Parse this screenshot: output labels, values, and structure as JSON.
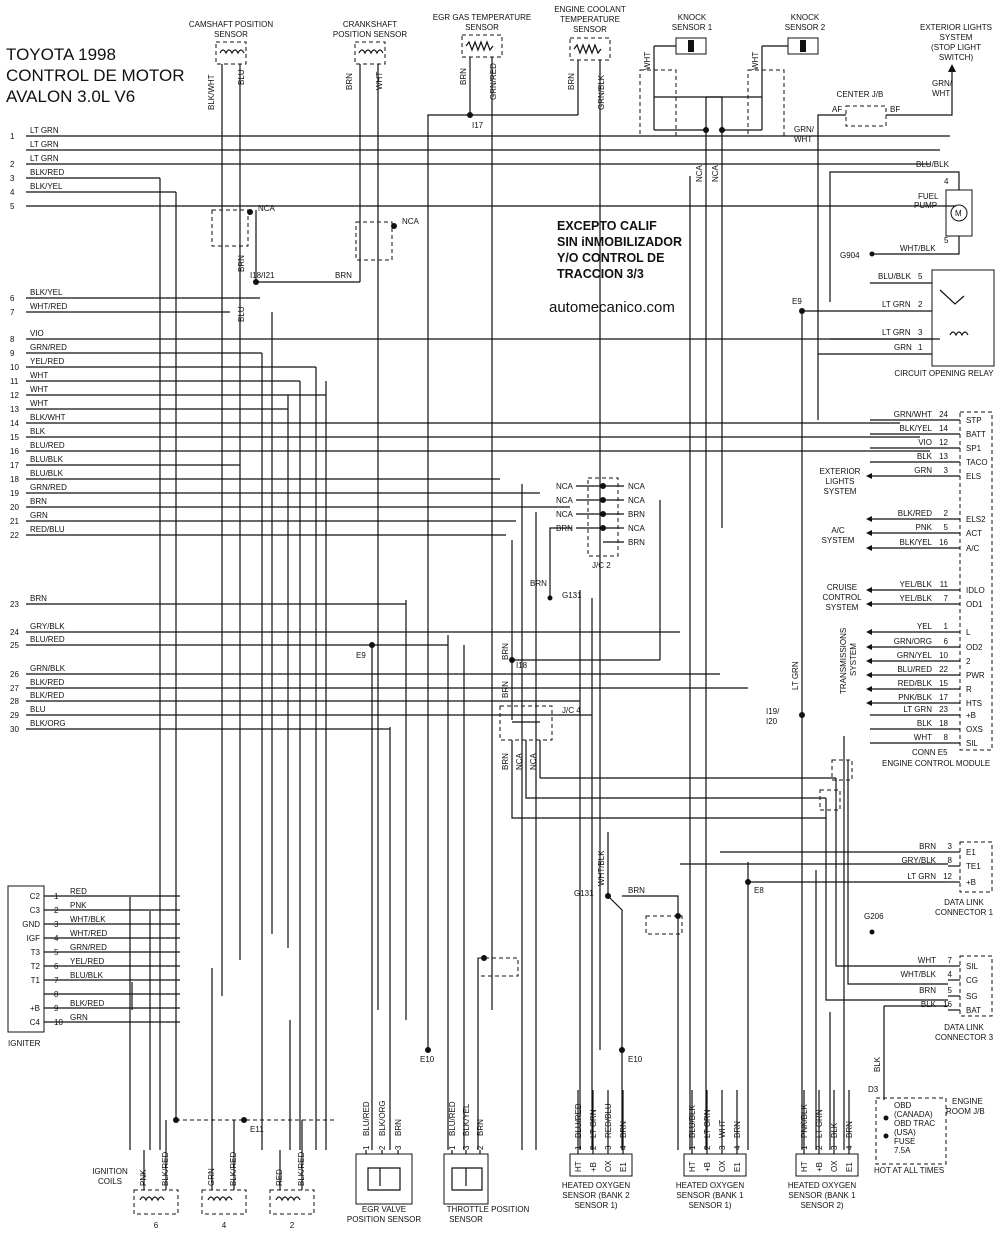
{
  "title": {
    "line1": "TOYOTA 1998",
    "line2": "CONTROL DE MOTOR",
    "line3": "AVALON 3.0L V6"
  },
  "note": {
    "line1": "EXCEPTO CALIF",
    "line2": "SIN iNMOBILIZADOR",
    "line3": "Y/O CONTROL DE",
    "line4": "TRACCION   3/3"
  },
  "website": "automecanico.com",
  "components": {
    "camshaft": [
      "CAMSHAFT POSITION",
      "SENSOR"
    ],
    "crankshaft": [
      "CRANKSHAFT",
      "POSITION SENSOR"
    ],
    "egr_temp": [
      "EGR GAS TEMPERATURE",
      "SENSOR"
    ],
    "coolant": [
      "ENGINE COOLANT",
      "TEMPERATURE",
      "SENSOR"
    ],
    "knock1": [
      "KNOCK",
      "SENSOR 1"
    ],
    "knock2": [
      "KNOCK",
      "SENSOR 2"
    ],
    "ext_lights_top": [
      "EXTERIOR LIGHTS",
      "SYSTEM",
      "(STOP LIGHT",
      "SWITCH)"
    ],
    "center_jb": "CENTER J/B",
    "fuel_pump": [
      "FUEL",
      "PUMP"
    ],
    "circuit_relay": "CIRCUIT OPENING RELAY",
    "ecm": [
      "CONN E5",
      "ENGINE CONTROL MODULE"
    ],
    "ext_lights_mid": [
      "EXTERIOR",
      "LIGHTS",
      "SYSTEM"
    ],
    "ac_system": [
      "A/C",
      "SYSTEM"
    ],
    "cruise": [
      "CRUISE",
      "CONTROL",
      "SYSTEM"
    ],
    "transmission": [
      "TRANSMISSIONS",
      "SYSTEM"
    ],
    "jc2": "J/C 2",
    "jc4": "J/C 4",
    "dlc1": [
      "DATA LINK",
      "CONNECTOR 1"
    ],
    "dlc3": [
      "DATA LINK",
      "CONNECTOR 3"
    ],
    "igniter": "IGNITER",
    "ignition_coils": [
      "IGNITION",
      "COILS"
    ],
    "egr_valve": [
      "EGR VALVE",
      "POSITION SENSOR"
    ],
    "throttle": [
      "THROTTLE POSITION",
      "SENSOR"
    ],
    "ho2_b2s1": [
      "HEATED OXYGEN",
      "SENSOR (BANK 2",
      "SENSOR 1)"
    ],
    "ho2_b1s1": [
      "HEATED OXYGEN",
      "SENSOR (BANK 1",
      "SENSOR 1)"
    ],
    "ho2_b1s2": [
      "HEATED OXYGEN",
      "SENSOR (BANK 1",
      "SENSOR 2)"
    ],
    "engine_room_jb": [
      "ENGINE",
      "ROOM J/B"
    ],
    "fuse": [
      "OBD",
      "(CANADA)",
      "OBD TRAC",
      "(USA)",
      "FUSE",
      "7.5A"
    ],
    "hot_at_all_times": "HOT AT ALL TIMES"
  },
  "left_rows": [
    {
      "n": "1",
      "color": "LT GRN"
    },
    {
      "n": "",
      "color": "LT GRN"
    },
    {
      "n": "2",
      "color": "LT GRN"
    },
    {
      "n": "3",
      "color": "BLK/RED"
    },
    {
      "n": "4",
      "color": "BLK/YEL"
    },
    {
      "n": "5",
      "color": ""
    },
    {
      "n": "6",
      "color": "BLK/YEL"
    },
    {
      "n": "7",
      "color": "WHT/RED"
    },
    {
      "n": "8",
      "color": "VIO"
    },
    {
      "n": "9",
      "color": "GRN/RED"
    },
    {
      "n": "10",
      "color": "YEL/RED"
    },
    {
      "n": "11",
      "color": "WHT"
    },
    {
      "n": "12",
      "color": "WHT"
    },
    {
      "n": "13",
      "color": "WHT"
    },
    {
      "n": "14",
      "color": "BLK/WHT"
    },
    {
      "n": "15",
      "color": "BLK"
    },
    {
      "n": "16",
      "color": "BLU/RED"
    },
    {
      "n": "17",
      "color": "BLU/BLK"
    },
    {
      "n": "18",
      "color": "BLU/BLK"
    },
    {
      "n": "19",
      "color": "GRN/RED"
    },
    {
      "n": "20",
      "color": "BRN"
    },
    {
      "n": "21",
      "color": "GRN"
    },
    {
      "n": "22",
      "color": "RED/BLU"
    },
    {
      "n": "23",
      "color": "BRN"
    },
    {
      "n": "24",
      "color": "GRY/BLK"
    },
    {
      "n": "25",
      "color": "BLU/RED"
    },
    {
      "n": "26",
      "color": "GRN/BLK"
    },
    {
      "n": "27",
      "color": "BLK/RED"
    },
    {
      "n": "28",
      "color": "BLK/RED"
    },
    {
      "n": "29",
      "color": "BLU"
    },
    {
      "n": "30",
      "color": "BLK/ORG"
    }
  ],
  "ecm_pins": [
    {
      "color": "GRN/WHT",
      "n": "24",
      "pin": "STP"
    },
    {
      "color": "BLK/YEL",
      "n": "14",
      "pin": "BATT"
    },
    {
      "color": "VIO",
      "n": "12",
      "pin": "SP1"
    },
    {
      "color": "BLK",
      "n": "13",
      "pin": "TACO"
    },
    {
      "color": "GRN",
      "n": "3",
      "pin": "ELS"
    },
    {
      "color": "BLK/RED",
      "n": "2",
      "pin": "ELS2"
    },
    {
      "color": "PNK",
      "n": "5",
      "pin": "ACT"
    },
    {
      "color": "BLK/YEL",
      "n": "16",
      "pin": "A/C"
    },
    {
      "color": "YEL/BLK",
      "n": "11",
      "pin": "IDLO"
    },
    {
      "color": "YEL/BLK",
      "n": "7",
      "pin": "OD1"
    },
    {
      "color": "YEL",
      "n": "1",
      "pin": "L"
    },
    {
      "color": "GRN/ORG",
      "n": "6",
      "pin": "OD2"
    },
    {
      "color": "GRN/YEL",
      "n": "10",
      "pin": "2"
    },
    {
      "color": "BLU/RED",
      "n": "22",
      "pin": "PWR"
    },
    {
      "color": "RED/BLK",
      "n": "15",
      "pin": "R"
    },
    {
      "color": "PNK/BLK",
      "n": "17",
      "pin": "HTS"
    },
    {
      "color": "LT GRN",
      "n": "23",
      "pin": "+B"
    },
    {
      "color": "BLK",
      "n": "18",
      "pin": "OXS"
    },
    {
      "color": "WHT",
      "n": "8",
      "pin": "SIL"
    }
  ],
  "relay_pins": [
    {
      "color": "BLU/BLK",
      "n": "5"
    },
    {
      "color": "LT GRN",
      "n": "2"
    },
    {
      "color": "LT GRN",
      "n": "3"
    },
    {
      "color": "GRN",
      "n": "1"
    }
  ],
  "fuel_pump_wires": {
    "top": "BLU/BLK",
    "top_n": "4",
    "bottom": "WHT/BLK",
    "bottom_n": "5",
    "ground": "G904"
  },
  "dlc1_pins": [
    {
      "color": "BRN",
      "n": "3",
      "pin": "E1"
    },
    {
      "color": "GRY/BLK",
      "n": "8",
      "pin": "TE1"
    },
    {
      "color": "LT GRN",
      "n": "12",
      "pin": "+B"
    }
  ],
  "dlc3_pins": [
    {
      "color": "WHT",
      "n": "7",
      "pin": "SIL"
    },
    {
      "color": "WHT/BLK",
      "n": "4",
      "pin": "CG"
    },
    {
      "color": "BRN",
      "n": "5",
      "pin": "SG"
    },
    {
      "color": "BLK",
      "n": "16",
      "pin": "BAT"
    }
  ],
  "jc2_left": [
    "NCA",
    "NCA",
    "NCA",
    "BRN"
  ],
  "jc2_right": [
    "NCA",
    "NCA",
    "BRN",
    "NCA",
    "BRN"
  ],
  "igniter_pins": [
    {
      "label": "C2",
      "n": "1",
      "color": "RED"
    },
    {
      "label": "C3",
      "n": "2",
      "color": "PNK"
    },
    {
      "label": "GND",
      "n": "3",
      "color": "WHT/BLK"
    },
    {
      "label": "IGF",
      "n": "4",
      "color": "WHT/RED"
    },
    {
      "label": "T3",
      "n": "5",
      "color": "GRN/RED"
    },
    {
      "label": "T2",
      "n": "6",
      "color": "YEL/RED"
    },
    {
      "label": "T1",
      "n": "7",
      "color": "BLU/BLK"
    },
    {
      "label": "",
      "n": "8",
      "color": ""
    },
    {
      "label": "+B",
      "n": "9",
      "color": "BLK/RED"
    },
    {
      "label": "C4",
      "n": "10",
      "color": "GRN"
    }
  ],
  "sensor_wires": {
    "camshaft": [
      "BLK/WHT",
      "BLU"
    ],
    "crankshaft": [
      "BRN",
      "WHT"
    ],
    "egr_temp": [
      "BRN",
      "GRN/RED"
    ],
    "coolant": [
      "BRN",
      "GRN/BLK"
    ],
    "knock": [
      "WHT",
      "WHT"
    ]
  },
  "coils": [
    {
      "wires": [
        "PNK",
        "BLK/RED"
      ],
      "num": "6"
    },
    {
      "wires": [
        "GRN",
        "BLK/RED"
      ],
      "num": "4"
    },
    {
      "wires": [
        "RED",
        "BLK/RED"
      ],
      "num": "2"
    }
  ],
  "egr_valve_pins": [
    {
      "n": "1",
      "color": "BLU/RED"
    },
    {
      "n": "2",
      "color": "BLK/ORG"
    },
    {
      "n": "3",
      "color": "BRN"
    }
  ],
  "throttle_pins": [
    {
      "n": "1",
      "color": "BLU/RED"
    },
    {
      "n": "3",
      "color": "BLK/YEL"
    },
    {
      "n": "2",
      "color": "BRN"
    }
  ],
  "ho2_sensors": [
    {
      "wires": [
        "BLU/RED",
        "LT GRN",
        "RED/BLU",
        "BRN"
      ]
    },
    {
      "wires": [
        "BLU/BLK",
        "LT GRN",
        "WHT",
        "BRN"
      ]
    },
    {
      "wires": [
        "PNK/BLK",
        "LT GRN",
        "BLK",
        "BRN"
      ]
    }
  ],
  "ho2_pins": [
    "HT",
    "+B",
    "OX",
    "E1"
  ],
  "splices": {
    "i17": "I17",
    "i18i21": "I18/I21",
    "e9a": "E9",
    "e9b": "E9",
    "i18": "I18",
    "i19i20": [
      "I19/",
      "I20"
    ],
    "e8": "E8",
    "e10a": "E10",
    "e10b": "E10",
    "e11": "E11",
    "g131a": "G131",
    "g131b": "G131",
    "g206": "G206",
    "d3": "D3",
    "af": "AF",
    "bf": "BF"
  },
  "misc_labels": {
    "nca": "NCA",
    "brn": "BRN",
    "blu": "BLU",
    "lt_grn": "LT GRN",
    "grn_wht": [
      "GRN/",
      "WHT"
    ],
    "wht_blk": "WHT/BLK",
    "blk": "BLK"
  }
}
